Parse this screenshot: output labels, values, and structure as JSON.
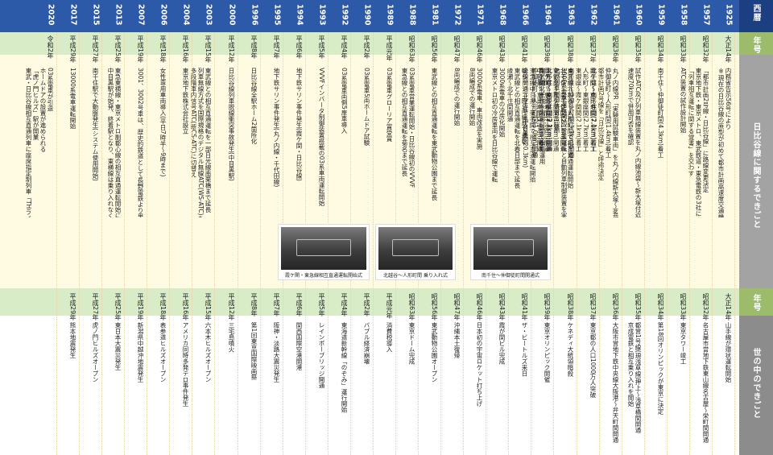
{
  "header_rail": {
    "top": "西暦",
    "era": "年号",
    "events_subway": "日比谷線に関するできごと",
    "era_bottom": "年号",
    "events_world": "世の中のできごと"
  },
  "columns": [
    {
      "year": "1925",
      "era": "大正14年",
      "era2": "大正14年",
      "ev": [
        {
          "t": "内務省告示56号により"
        },
        {
          "t": "※現在の日比谷線の原型が初めて都市計画高速度交通機関路線に登場"
        }
      ],
      "ev2": [
        "山手線が環状運転開始"
      ]
    },
    {
      "year": "1957",
      "era": "昭和32年",
      "era2": "昭和32年",
      "ev": [
        {
          "t": "「都市計画2号線・日比谷線」に路線変更決定"
        },
        {
          "t": "東京地下鉄・東京メトロ、東武鉄道・東急電鉄の3社による"
        },
        {
          "t": "「列車相互運転に関する覚書」を交わす"
        }
      ],
      "ev2": [
        "名古屋市営地下鉄東山線名古屋〜栄町間開通"
      ]
    },
    {
      "year": "1958",
      "era": "昭和33年",
      "era2": "昭和33年",
      "ev": [
        {
          "t": "ATC装置の試作設計開始"
        }
      ],
      "ev2": [
        "東京タワー竣工"
      ]
    },
    {
      "year": "1959",
      "era": "昭和34年",
      "era2": "昭和34年",
      "ev": [
        {
          "t": "南千住〜仲御徒町間(4.3km)着工"
        }
      ],
      "ev2": [
        "第18回オリンピックが東京に決定"
      ]
    },
    {
      "year": "1960",
      "era": "昭和35年",
      "era2": "昭和35年",
      "ev": [
        {
          "t": "試作ATC及び列車無線装置を丸ノ内線池袋〜新大塚付近で実験"
        },
        {
          "t": "速度70kmで併用可否を確認"
        }
      ],
      "ev2": [
        "都営1号線(現浅草線)押上〜浅草橋間開通",
        "京成電鉄と相互乗り入れを開始"
      ]
    },
    {
      "year": "1961",
      "era": "昭和36年",
      "era2": "昭和36年",
      "ev": [
        {
          "t": "丸ノ内線PR「実験用試験車両」を丸ノ内線新大塚〜茗荷谷間で実用化試験を実施"
        },
        {
          "t": "仲御徒町〜人形町間(1.4km)着工"
        },
        {
          "t": "都市計画2号線を「日比谷線」と呼称決定"
        },
        {
          "t": "北千住〜南千住間(2.1km)着工"
        }
      ],
      "ev2": [
        "大阪市営地下鉄中央線大阪港〜弁天町間開通"
      ]
    },
    {
      "year": "1962",
      "era": "昭和37年",
      "era2": "昭和37年",
      "ev": [
        {
          "t": "霞ケ関〜恵比寿間(7.0km)着工"
        },
        {
          "t": "人形町〜東銀座間(2.7km)着工"
        },
        {
          "t": "東銀座〜霞ケ関間(2.1km)着工"
        },
        {
          "t": "南千住〜仲御徒町間(3.3km)開通"
        },
        {
          "t": "3000系電車運転開始(営業運転と自動列車制御装置を実用化)"
        },
        {
          "t": "ATC列車制御装置を採用"
        },
        {
          "t": "北千住〜南千住間(2.1km)開通",
          "c": "hl"
        },
        {
          "t": "東武線北千住〜人形町間で本格運用",
          "c": "hl"
        },
        {
          "t": "仲御徒町〜人形町間(1.0km)開通"
        }
      ],
      "ev2": [
        "東京都の人口1000万人突破"
      ]
    },
    {
      "year": "1963",
      "era": "昭和38年",
      "era2": "昭和38年",
      "ev": [
        {
          "t": "東武線北越谷〜人形町間で相互直通運転開始",
          "c": "hl"
        },
        {
          "t": "北千住〜南千住間(2.1km)開通"
        },
        {
          "t": "東銀座〜霞ケ関間(1.8km)開通"
        },
        {
          "t": "人形町〜東銀座間(2.7km)開通"
        },
        {
          "t": "霞ケ関〜恵比寿間(6.0km)着工"
        }
      ],
      "ev2": [
        "ケネディ大統領暗殺"
      ]
    },
    {
      "year": "1964",
      "era": "昭和39年",
      "era2": "昭和39年",
      "ev": [
        {
          "t": "霞ケ関〜恵比寿間(7.0km)開通"
        },
        {
          "t": "中目黒〜恵比寿間(1.0km)開通"
        },
        {
          "t": "東急線中目黒〜菊名間で相互直通運転開始",
          "c": "hl"
        },
        {
          "t": "全線開通(北千住〜中目黒間20.3km)",
          "c": "hl2"
        }
      ],
      "ev2": [
        "東京オリンピック開催"
      ]
    },
    {
      "year": "1966",
      "era": "昭和41年",
      "era2": "昭和41年",
      "ev": [
        {
          "t": "朝ラッシュ時8両編成で運転"
        },
        {
          "t": "東武線との相互直通運転を北春日部まで延長",
          "c": "hl"
        },
        {
          "t": "綾瀬〜北千住間開通"
        }
      ],
      "ev2": [
        "ザ・ビートルズ来日"
      ]
    },
    {
      "year": "1968",
      "era": "昭和43年",
      "era2": "昭和43年",
      "ev": [
        {
          "t": "3000系電車の冷房化開始"
        },
        {
          "t": "東京メトロ初の冷房車両を日比谷線で運転"
        }
      ],
      "ev2": [
        "霞が関ビル完成"
      ]
    },
    {
      "year": "1971",
      "era": "昭和46年",
      "era2": "昭和46年",
      "ev": [
        {
          "t": "3000系電車、車両改造を実施"
        },
        {
          "t": "8両編成での運行開始"
        }
      ],
      "ev2": [
        "日本初の宇宙ロケット打ち上げ"
      ]
    },
    {
      "year": "1972",
      "era": "昭和47年",
      "era2": "昭和47年",
      "ev": [
        {
          "t": "8両編成での運行開始"
        }
      ],
      "ev2": [
        "沖縄本土復帰"
      ]
    },
    {
      "year": "1981",
      "era": "昭和56年",
      "era2": "昭和56年",
      "ev": [
        {
          "t": "東武線との相互直通運転を東武動物公園まで延長",
          "c": "hl"
        }
      ],
      "ev2": [
        "東武動物公園オープン"
      ]
    },
    {
      "year": "1988",
      "era": "昭和63年",
      "era2": "昭和63年",
      "ev": [
        {
          "t": "03系電車営業運転開始・日比谷線初のVVVF"
        },
        {
          "t": "東急線との相互直通運転を菊名まで延長",
          "c": "hl2"
        }
      ],
      "ev2": [
        "東京ドーム完成"
      ]
    },
    {
      "year": "1989",
      "era": "平成元年",
      "era2": "平成元年",
      "ev": [
        {
          "t": "03系電車グローリア賞受賞"
        }
      ],
      "ev2": [
        "消費税導入"
      ]
    },
    {
      "year": "1990",
      "era": "平成2年",
      "era2": "平成2年",
      "ev": [
        {
          "t": "03系電車5両ホームドア試験"
        }
      ],
      "ev2": [
        "バブル経済崩壊"
      ]
    },
    {
      "year": "1992",
      "era": "平成4年",
      "era2": "平成4年",
      "ev": [
        {
          "t": "03系電車両側5扉車導入"
        }
      ],
      "ev2": [
        "東海道新幹線「のぞみ」運行開始"
      ]
    },
    {
      "year": "1993",
      "era": "平成5年",
      "era2": "平成5年",
      "ev": [
        {
          "t": "VVVFインバータ制御装置搭載の03系車両運転開始"
        }
      ],
      "ev2": [
        "レインボーブリッジ開通"
      ]
    },
    {
      "year": "1994",
      "era": "平成6年",
      "era2": "平成6年",
      "ev": [
        {
          "t": "地下鉄サリン事件発生(霞ケ関・日比谷線)"
        }
      ],
      "ev2": [
        "関西国際空港開港"
      ]
    },
    {
      "year": "1995",
      "era": "平成7年",
      "era2": "平成7年",
      "ev": [
        {
          "t": "地下鉄サリン事件発生(丸ノ内線・千代田線)"
        }
      ],
      "ev2": [
        "阪神・淡路大震災発生"
      ]
    },
    {
      "year": "1996",
      "era": "平成8年",
      "era2": "平成8年",
      "ev": [
        {
          "t": "日比谷線全駅ホーム2箇所化"
        }
      ],
      "ev2": [
        "第1回東京国際映画祭"
      ]
    },
    {
      "year": "2000",
      "era": "平成12年",
      "era2": "平成12年",
      "ev": [
        {
          "t": "日比谷線列車脱線衝突事故発生(中目黒駅)"
        }
      ],
      "ev2": [
        "三宅島噴火"
      ]
    },
    {
      "year": "2003",
      "era": "平成15年",
      "era2": "平成15年",
      "ev": [
        {
          "t": "東武線との相互直通運転を一部日光線南栗橋まで延長",
          "c": "hl"
        },
        {
          "t": "列車無線方式を国際規格のデジタル無線ATC(WS-ATC)を"
        },
        {
          "t": "多段階車内信号ATC(新CS-ATC)に切替え"
        }
      ],
      "ev2": [
        "六本木ヒルズオープン"
      ]
    },
    {
      "year": "2004",
      "era": "平成16年",
      "era2": "平成16年",
      "ev": [
        {
          "t": "東京地下鉄株式会社設立"
        }
      ],
      "ev2": [
        "アメリカ同時多発テロ事件発生"
      ]
    },
    {
      "year": "2006",
      "era": "平成18年",
      "era2": "平成18年",
      "ev": [
        {
          "t": "女性専用車両導入(平日7時半〜9時まで)"
        }
      ],
      "ev2": [
        "表参道ヒルズオープン"
      ]
    },
    {
      "year": "2007",
      "era": "平成19年",
      "era2": "平成19年",
      "ev": [
        {
          "t": "3001、3002号車は、歴史的鉄道として長野電鉄より里帰り"
        }
      ],
      "ev2": [
        "新潟県中越沖地震発生"
      ]
    },
    {
      "year": "2013",
      "era": "平成25年",
      "era2": "平成25年",
      "ev": [
        {
          "t": "東急東横線・東京メトロ副都心線の相互直通運転開始に合わせ、日比谷線は",
          "c": "hl"
        },
        {
          "t": "中目黒駅が始発、終着駅となり、東横線は乗り入れなくなる"
        }
      ],
      "ev2": [
        "東日本大震災発生"
      ]
    },
    {
      "year": "2015",
      "era": "平成27年",
      "era2": "平成27年",
      "ev": [
        {
          "t": "南千住駅で大動脈発生(システム使用開始)"
        }
      ],
      "ev2": [
        "虎ノ門ヒルズオープン"
      ]
    },
    {
      "year": "2017",
      "era": "平成29年",
      "era2": "平成29年",
      "ev": [
        {
          "t": "13000系電車運転開始"
        }
      ],
      "ev2": [
        "熊本地震発生"
      ]
    },
    {
      "year": "2020",
      "era": "令和2年",
      "era2": "",
      "ev": [
        {
          "t": "03系電車が引退"
        },
        {
          "t": "ホームドアの設置が進められる"
        },
        {
          "t": "「虎ノ門ヒルズ」駅が開業",
          "c": "hl"
        },
        {
          "t": "東武・日比谷線相互直通列車に座席指定制列車「THライナー」が運行を開始",
          "c": "hl"
        }
      ],
      "ev2": []
    }
  ],
  "photos": [
    {
      "caption": "南千住〜仲御徒町間開通式"
    },
    {
      "caption": "北越谷〜人形町間 乗り入れ式"
    },
    {
      "caption": "霞ケ関・東急線相互直通運転開始式"
    }
  ]
}
